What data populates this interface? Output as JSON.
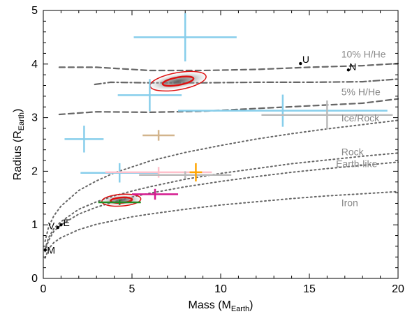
{
  "chart_data": {
    "type": "scatter",
    "xlabel": "Mass (M",
    "xlabel_sub": "Earth",
    "xlabel_end": ")",
    "ylabel": "Radius (R",
    "ylabel_sub": "Earth",
    "ylabel_end": ")",
    "xlim": [
      0,
      20
    ],
    "ylim": [
      0,
      5
    ],
    "xticks": [
      "0",
      "5",
      "10",
      "15",
      "20"
    ],
    "yticks": [
      "0",
      "1",
      "2",
      "3",
      "4",
      "5"
    ],
    "grid": false,
    "theory_curves": [
      {
        "name": "10% H/He",
        "style": "dashed",
        "label_at": [
          16.8,
          4.12
        ],
        "points": [
          [
            0.9,
            3.94
          ],
          [
            3,
            3.94
          ],
          [
            6,
            3.88
          ],
          [
            9,
            3.88
          ],
          [
            12,
            3.9
          ],
          [
            15,
            3.94
          ],
          [
            18,
            3.97
          ],
          [
            20,
            4.01
          ]
        ]
      },
      {
        "name": "",
        "style": "dashdot",
        "points": [
          [
            2.9,
            3.62
          ],
          [
            3.8,
            3.66
          ],
          [
            6,
            3.65
          ],
          [
            9,
            3.65
          ],
          [
            12,
            3.66
          ],
          [
            15,
            3.66
          ],
          [
            18,
            3.67
          ],
          [
            20,
            3.72
          ]
        ]
      },
      {
        "name": "5% H/He",
        "style": "dashed",
        "label_at": [
          16.8,
          3.42
        ],
        "points": [
          [
            0.9,
            3.06
          ],
          [
            3,
            3.11
          ],
          [
            6,
            3.1
          ],
          [
            9,
            3.12
          ],
          [
            12,
            3.17
          ],
          [
            15,
            3.22
          ],
          [
            18,
            3.27
          ],
          [
            20,
            3.35
          ]
        ]
      },
      {
        "name": "Ice/Rock",
        "style": "dotted",
        "label_at": [
          16.8,
          2.93
        ],
        "points": [
          [
            0.1,
            0.69
          ],
          [
            0.3,
            0.96
          ],
          [
            0.6,
            1.17
          ],
          [
            1,
            1.35
          ],
          [
            2,
            1.64
          ],
          [
            3,
            1.82
          ],
          [
            4,
            1.97
          ],
          [
            5,
            2.08
          ],
          [
            6,
            2.19
          ],
          [
            8,
            2.35
          ],
          [
            10,
            2.48
          ],
          [
            12,
            2.6
          ],
          [
            14,
            2.7
          ],
          [
            16,
            2.79
          ],
          [
            18,
            2.87
          ],
          [
            20,
            2.95
          ]
        ]
      },
      {
        "name": "Rock",
        "style": "dotted",
        "label_at": [
          16.8,
          2.3
        ],
        "points": [
          [
            0.1,
            0.55
          ],
          [
            0.3,
            0.76
          ],
          [
            0.6,
            0.93
          ],
          [
            1,
            1.06
          ],
          [
            2,
            1.29
          ],
          [
            3,
            1.43
          ],
          [
            4,
            1.54
          ],
          [
            5,
            1.63
          ],
          [
            6,
            1.71
          ],
          [
            8,
            1.85
          ],
          [
            10,
            1.96
          ],
          [
            12,
            2.05
          ],
          [
            14,
            2.14
          ],
          [
            16,
            2.21
          ],
          [
            18,
            2.28
          ],
          [
            20,
            2.34
          ]
        ]
      },
      {
        "name": "Earth-like",
        "style": "dotted",
        "label_at": [
          16.5,
          2.08
        ],
        "points": [
          [
            0.1,
            0.5
          ],
          [
            0.3,
            0.71
          ],
          [
            0.6,
            0.88
          ],
          [
            1,
            1.0
          ],
          [
            2,
            1.2
          ],
          [
            3,
            1.33
          ],
          [
            4,
            1.43
          ],
          [
            5,
            1.52
          ],
          [
            6,
            1.59
          ],
          [
            8,
            1.71
          ],
          [
            10,
            1.81
          ],
          [
            12,
            1.9
          ],
          [
            14,
            1.98
          ],
          [
            16,
            2.05
          ],
          [
            18,
            2.11
          ],
          [
            20,
            2.17
          ]
        ]
      },
      {
        "name": "Iron",
        "style": "dotted",
        "label_at": [
          16.8,
          1.35
        ],
        "points": [
          [
            0.1,
            0.38
          ],
          [
            0.3,
            0.55
          ],
          [
            0.6,
            0.67
          ],
          [
            1,
            0.76
          ],
          [
            2,
            0.91
          ],
          [
            3,
            1.01
          ],
          [
            4,
            1.08
          ],
          [
            5,
            1.15
          ],
          [
            6,
            1.2
          ],
          [
            8,
            1.29
          ],
          [
            10,
            1.37
          ],
          [
            12,
            1.43
          ],
          [
            14,
            1.49
          ],
          [
            16,
            1.54
          ],
          [
            18,
            1.58
          ],
          [
            20,
            1.62
          ]
        ]
      }
    ],
    "solar_system": [
      {
        "name": "M",
        "x": 0.11,
        "y": 0.53,
        "label_offset": [
          0.1,
          0.0
        ]
      },
      {
        "name": "V",
        "x": 0.82,
        "y": 0.95,
        "label_offset": [
          -0.55,
          0.03
        ]
      },
      {
        "name": "E",
        "x": 1.0,
        "y": 1.0,
        "label_offset": [
          0.12,
          0.04
        ]
      },
      {
        "name": "U",
        "x": 14.5,
        "y": 4.01,
        "label_offset": [
          0.1,
          0.08
        ]
      },
      {
        "name": "N",
        "x": 17.2,
        "y": 3.89,
        "label_offset": [
          0.05,
          0.06
        ]
      }
    ],
    "planets": [
      {
        "x": 8.0,
        "y": 4.5,
        "xerr": 2.9,
        "yerr": 0.45,
        "color": "#87ceeb"
      },
      {
        "x": 6.0,
        "y": 3.42,
        "xerr": 1.8,
        "yerr": 0.3,
        "color": "#87ceeb"
      },
      {
        "x": 13.5,
        "y": 3.13,
        "xerr": 5.9,
        "yerr": 0.3,
        "color": "#87ceeb"
      },
      {
        "x": 2.3,
        "y": 2.6,
        "xerr": 1.1,
        "yerr": 0.25,
        "color": "#87ceeb"
      },
      {
        "x": 4.3,
        "y": 1.97,
        "xerr": 2.2,
        "yerr": 0.18,
        "color": "#87ceeb"
      },
      {
        "x": 16.0,
        "y": 3.05,
        "xerr": 3.7,
        "yerr": 0.27,
        "color": "#bbbbbb"
      },
      {
        "x": 6.5,
        "y": 1.98,
        "xerr": 3.0,
        "yerr": 0.1,
        "color": "#ffc0cb"
      },
      {
        "x": 8.0,
        "y": 1.93,
        "xerr": 2.6,
        "yerr": 0.07,
        "color": "#bbbbbb"
      },
      {
        "x": 8.6,
        "y": 1.98,
        "xerr": 0.35,
        "yerr": 0.17,
        "color": "#ffa500"
      },
      {
        "x": 6.5,
        "y": 2.67,
        "xerr": 0.9,
        "yerr": 0.1,
        "color": "#d2b48c"
      },
      {
        "x": 6.3,
        "y": 1.57,
        "xerr": 1.3,
        "yerr": 0.1,
        "color": "#d41a8f"
      },
      {
        "x": 4.3,
        "y": 1.42,
        "xerr": 1.2,
        "yerr": 0.05,
        "color": "#228b22"
      }
    ],
    "posteriors": [
      {
        "x": 7.6,
        "y": 3.68,
        "rx": 1.6,
        "ry": 0.16,
        "angle_deg": 10
      },
      {
        "x": 4.4,
        "y": 1.46,
        "rx": 1.1,
        "ry": 0.11,
        "angle_deg": 4
      }
    ]
  }
}
